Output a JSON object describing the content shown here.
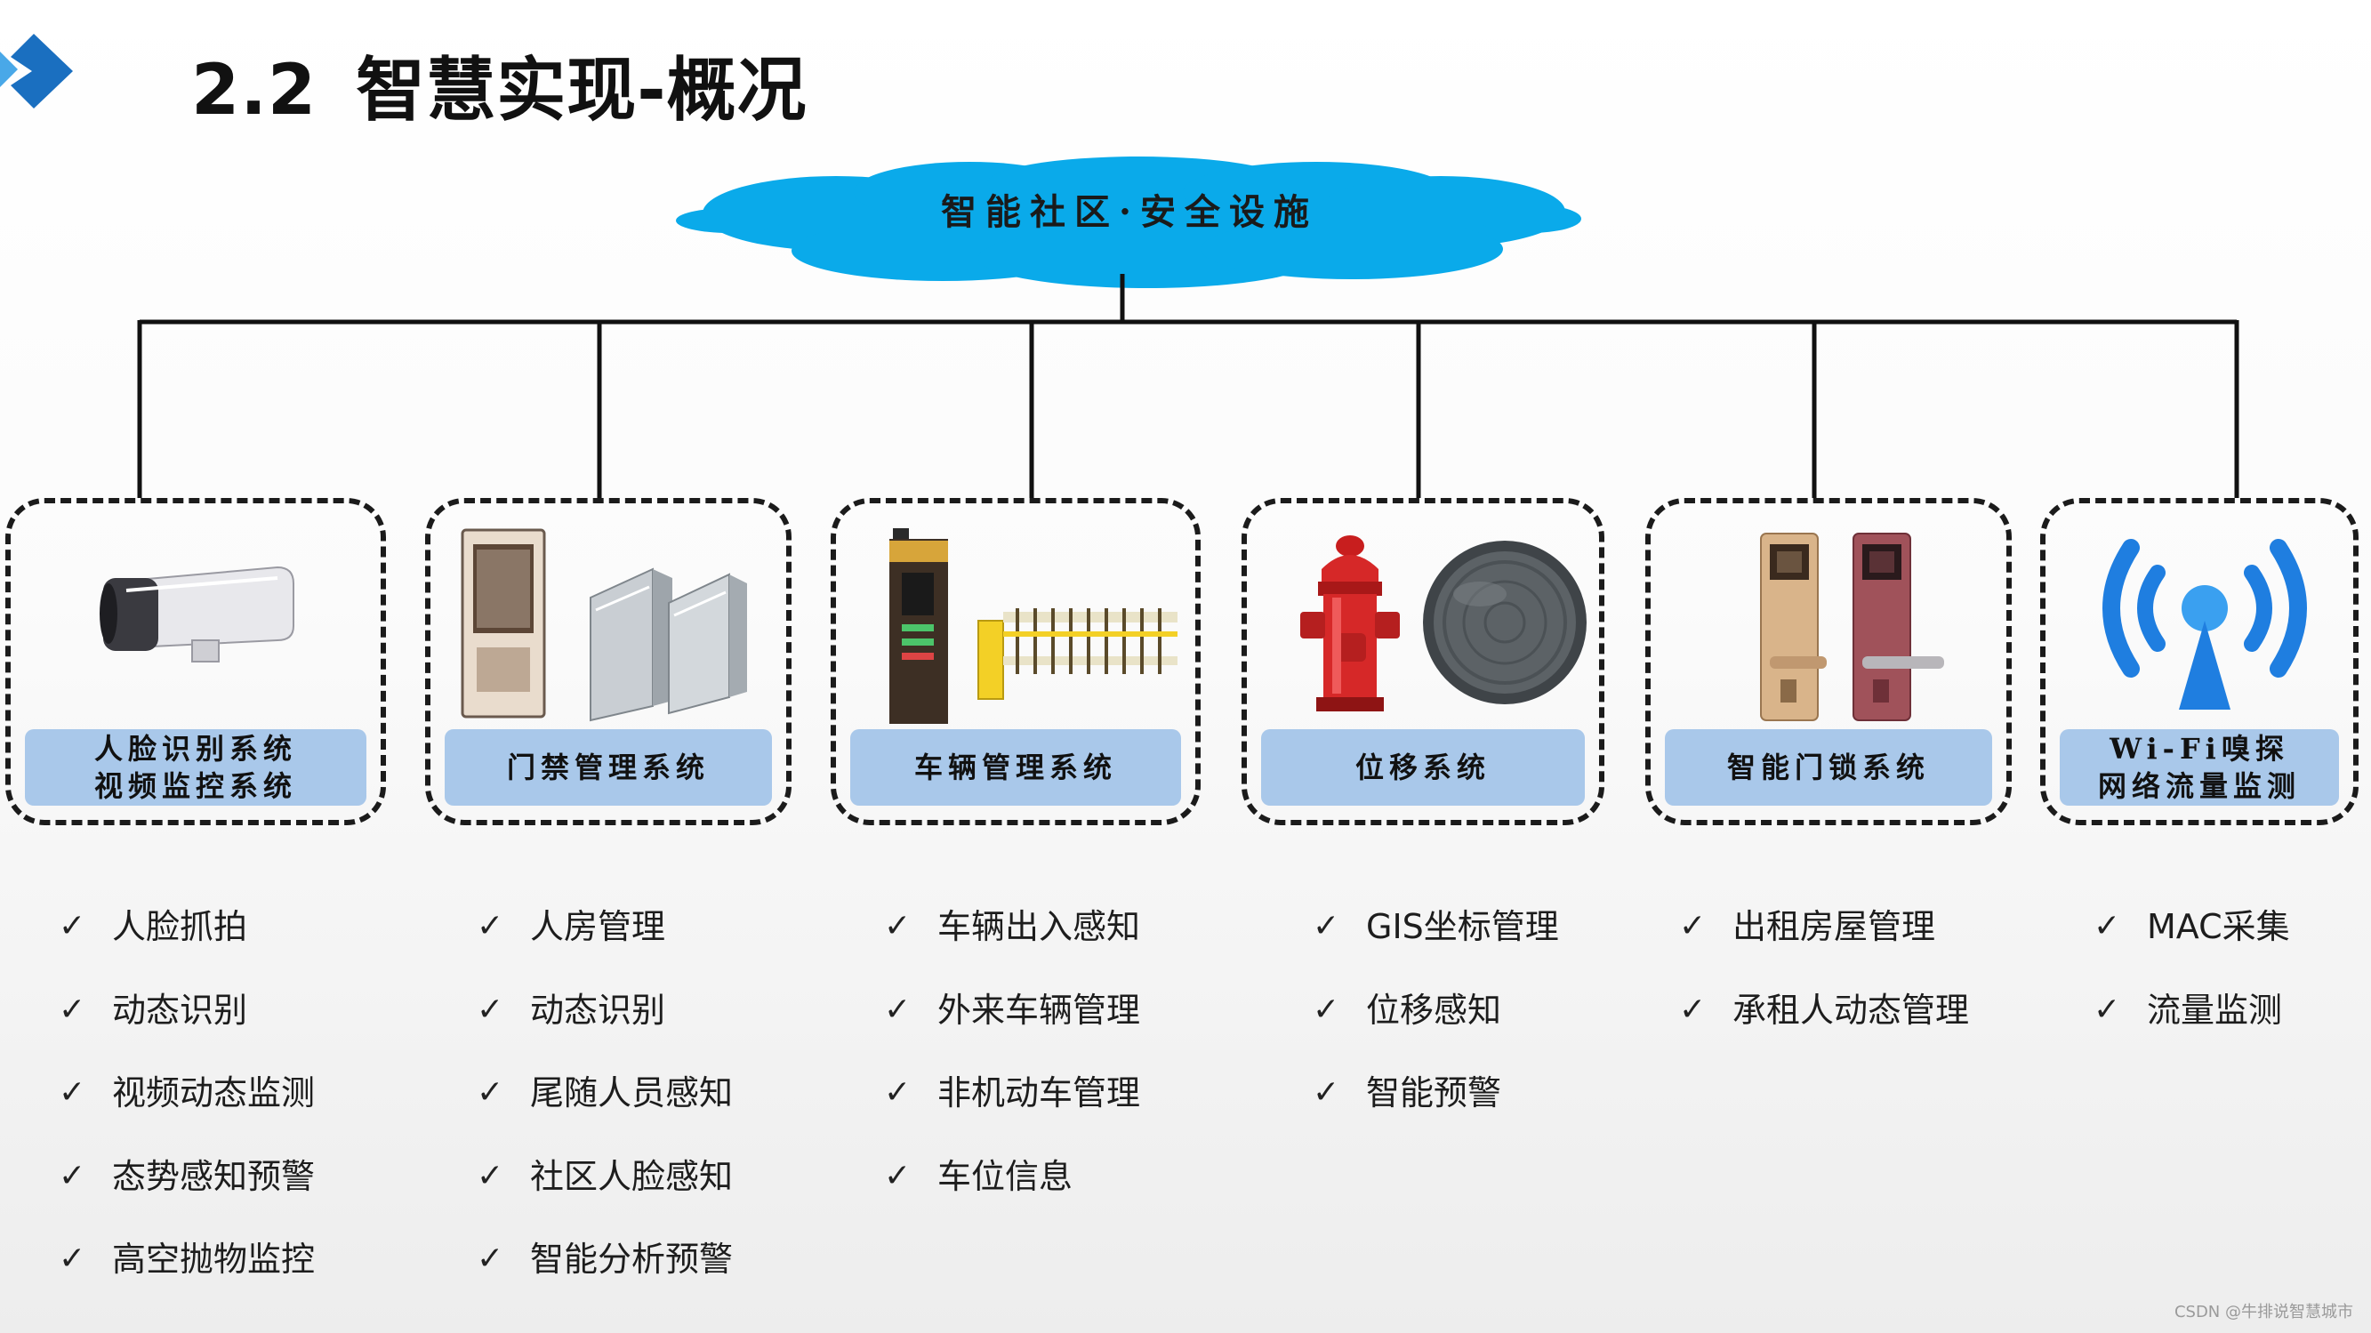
{
  "title": {
    "number": "2.2",
    "text": "智慧实现-概况"
  },
  "root": {
    "label": "智能社区·安全设施"
  },
  "modules": [
    {
      "label_lines": [
        "人脸识别系统",
        "视频监控系统"
      ],
      "icons": [
        "bullet-camera-icon"
      ],
      "features": [
        "人脸抓拍",
        "动态识别",
        "视频动态监测",
        "态势感知预警",
        "高空抛物监控"
      ]
    },
    {
      "label_lines": [
        "门禁管理系统"
      ],
      "icons": [
        "access-terminal-icon",
        "turnstile-gate-icon"
      ],
      "features": [
        "人房管理",
        "动态识别",
        "尾随人员感知",
        "社区人脸感知",
        "智能分析预警"
      ]
    },
    {
      "label_lines": [
        "车辆管理系统"
      ],
      "icons": [
        "parking-kiosk-icon",
        "barrier-gate-icon"
      ],
      "features": [
        "车辆出入感知",
        "外来车辆管理",
        "非机动车管理",
        "车位信息"
      ]
    },
    {
      "label_lines": [
        "位移系统"
      ],
      "icons": [
        "fire-hydrant-icon",
        "manhole-cover-icon"
      ],
      "features": [
        "GIS坐标管理",
        "位移感知",
        "智能预警"
      ]
    },
    {
      "label_lines": [
        "智能门锁系统"
      ],
      "icons": [
        "smart-lock-gold-icon",
        "smart-lock-red-icon"
      ],
      "features": [
        "出租房屋管理",
        "承租人动态管理"
      ]
    },
    {
      "label_lines": [
        "Wi-Fi嗅探",
        "网络流量监测"
      ],
      "icons": [
        "wifi-signal-icon"
      ],
      "features": [
        "MAC采集",
        "流量监测"
      ]
    }
  ],
  "watermark": "CSDN @牛排说智慧城市",
  "colors": {
    "cloud": "#0aaaea",
    "label_box": "#a9c8ea",
    "logo": "#1a6fc0"
  }
}
